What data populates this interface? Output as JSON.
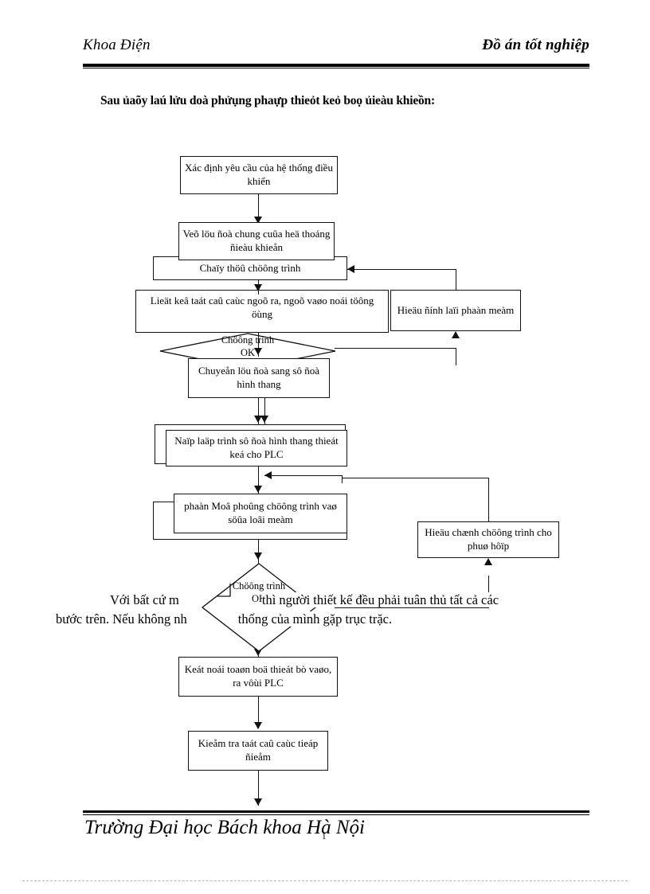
{
  "header": {
    "left": "Khoa Điện",
    "right": "Đồ án tốt nghiệp"
  },
  "footer": {
    "text": "Trường Đại học Bách khoa Hà Nội",
    "page_number": "1"
  },
  "heading": "Sau ủaõy laú lửu doà phửụng phaựp thieỏt keỏ boọ ủieàu khieồn:",
  "flowchart": {
    "nodes": [
      {
        "id": "n1",
        "text": "Xác định yêu cầu của hệ thống điều khiển"
      },
      {
        "id": "n2",
        "text": "Veõ löu ñoà chung cuûa heä thoáng ñieàu khieån"
      },
      {
        "id": "n3",
        "text": "Chaïy thöû chöông trình"
      },
      {
        "id": "n4",
        "text": "Lieät keâ taát caû caùc ngoõ ra, ngoõ vaøo noái töông öùng"
      },
      {
        "id": "n5",
        "text": "Hieäu ñính laïi phaàn meàm"
      },
      {
        "id": "n6",
        "text": "Chuyeån löu ñoà sang sô ñoà hình thang"
      },
      {
        "id": "n7",
        "text": "Naïp laäp trình sô ñoà hình thang thieát keá cho PLC"
      },
      {
        "id": "n8",
        "text": "phaàn Moâ phoûng chöông trình vaø söûa loãi meàm"
      },
      {
        "id": "n9",
        "text": "Hieäu chænh chöông trình cho phuø hôïp"
      },
      {
        "id": "n10",
        "text": "Keát noái toaøn boä thieát bò vaøo, ra vôùi PLC"
      },
      {
        "id": "n11",
        "text": "Kieåm tra taát caû caùc tieáp ñieåm"
      }
    ],
    "decisions": [
      {
        "id": "d1",
        "line1": "Chöông trình",
        "line2": "OK"
      },
      {
        "id": "d2",
        "line1": "Chöông trình",
        "line2": "OK"
      }
    ]
  },
  "paragraph": {
    "line1a": "Với bất cứ m",
    "line1b": "thì người thiết kế đều phải tuân thủ tất cả các",
    "line2a": "bước trên. Nếu không nh",
    "line2b": "thống của mình gặp trục trặc."
  }
}
